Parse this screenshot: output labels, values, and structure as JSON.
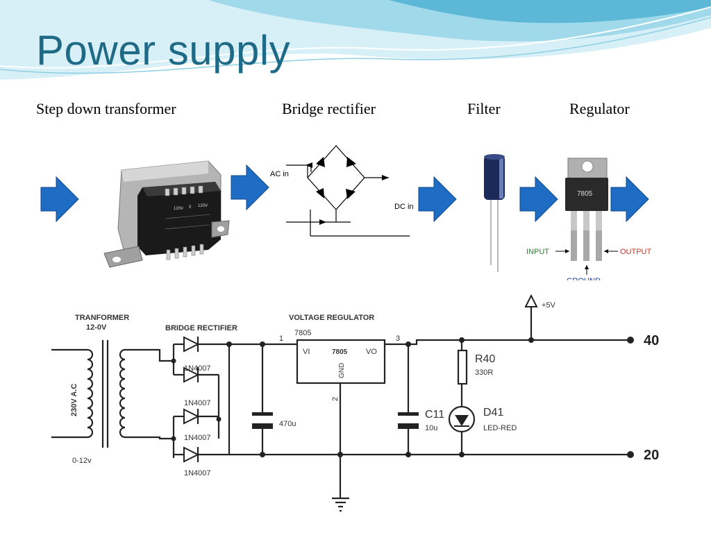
{
  "slide": {
    "title": "Power supply"
  },
  "stages": [
    {
      "label": "Step down transformer"
    },
    {
      "label": "Bridge rectifier"
    },
    {
      "label": "Filter"
    },
    {
      "label": "Regulator"
    }
  ],
  "transformer_photo": {
    "winding_labels": [
      "120V",
      "0",
      "120V"
    ]
  },
  "rectifier_block": {
    "ac_label": "AC in",
    "dc_label": "DC in"
  },
  "regulator_photo": {
    "chip_label": "7805",
    "input_label": "INPUT",
    "output_label": "OUTPUT",
    "ground_label": "GROUND"
  },
  "schematic": {
    "transformer_title": "TRANFORMER",
    "transformer_rating": "12-0V",
    "primary_label": "230V A.C",
    "secondary_label": "0-12v",
    "rectifier_title": "BRIDGE RECTIFIER",
    "diode_labels": [
      "1N4007",
      "1N4007",
      "1N4007",
      "1N4007"
    ],
    "regulator_title": "VOLTAGE REGULATOR",
    "regulator_part": "7805",
    "regulator_chip": "7805",
    "pin_vi": "VI",
    "pin_vo": "VO",
    "pin_gnd": "GND",
    "pin_1": "1",
    "pin_2": "2",
    "pin_3": "3",
    "input_cap_value": "470u",
    "output_cap_name": "C11",
    "output_cap_value": "10u",
    "resistor_name": "R40",
    "resistor_value": "330R",
    "led_name": "D41",
    "led_value": "LED-RED",
    "supply_label": "+5V",
    "terminal_top": "40",
    "terminal_bottom": "20"
  },
  "colors": {
    "title": "#1f6a86",
    "arrow": "#1f6cc4",
    "wave_light": "#bfe8f2",
    "wave_dark": "#5cb8d6",
    "output_red": "#c0392b",
    "input_green": "#2e7d32",
    "ground_blue": "#1a3e9a"
  }
}
